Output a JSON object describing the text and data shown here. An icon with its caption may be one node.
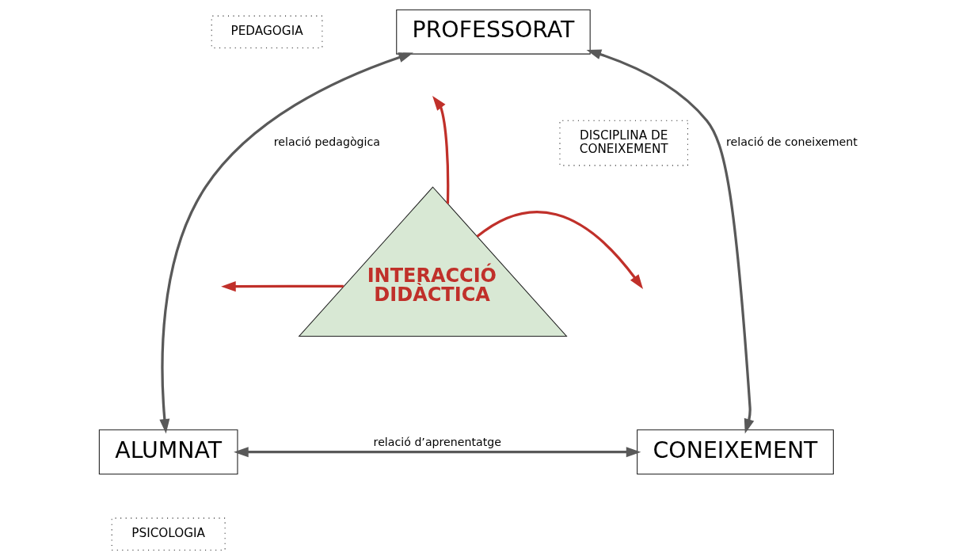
{
  "diagram": {
    "nodes": [
      {
        "text": [
          "PEDAGOGIA"
        ]
      },
      {
        "text": [
          "PROFESSORAT"
        ]
      },
      {
        "text": [
          "INTERACCIÓ DIDÀCTICA"
        ]
      },
      {
        "text": [
          "DISCIPLINA DE CONEIXEMENT"
        ]
      },
      {
        "text": [
          "ALUMNAT"
        ]
      },
      {
        "text": [
          "CONEIXEMENT"
        ]
      },
      {
        "text": [
          "PSICOLOGIA"
        ]
      }
    ],
    "edges": [
      {
        "from": 1,
        "to": 4,
        "arrow": "both",
        "label": "relació pedagògica"
      },
      {
        "from": 1,
        "to": 5,
        "arrow": "both",
        "label": "relació de coneixement"
      },
      {
        "from": 4,
        "to": 5,
        "arrow": "both",
        "label": "relació d’aprenentatge"
      },
      {
        "from": 2,
        "to": null,
        "arrow": "to",
        "color": "#c0302a"
      },
      {
        "from": 2,
        "to": null,
        "arrow": "to",
        "color": "#c0302a"
      },
      {
        "from": 2,
        "to": null,
        "arrow": "to",
        "color": "#c0302a"
      }
    ]
  }
}
